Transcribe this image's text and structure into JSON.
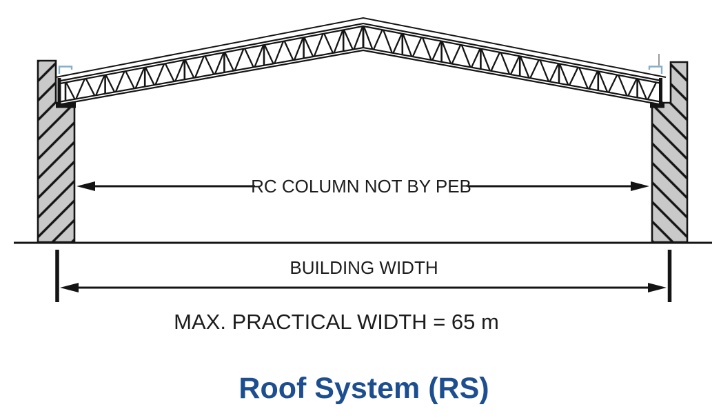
{
  "diagram": {
    "title": "Roof System (RS)",
    "labels": {
      "rc_column_note": "RC COLUMN NOT BY PEB",
      "building_width": "BUILDING WIDTH",
      "max_practical_width": "MAX. PRACTICAL WIDTH = 65 m"
    },
    "values": {
      "max_practical_width_m": "65 m"
    },
    "colors": {
      "title_blue": "#1d4e8f",
      "line_black": "#141414",
      "column_fill": "#c9c9c9",
      "clip_angle_blue": "#85aec8"
    }
  }
}
